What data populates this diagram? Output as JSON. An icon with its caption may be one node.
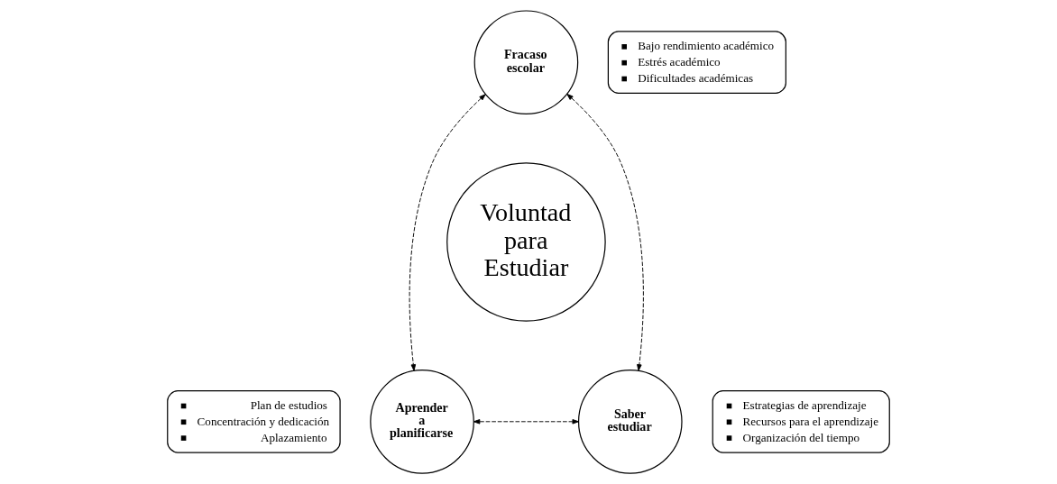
{
  "diagram": {
    "nodes": [
      {
        "text": [
          "Voluntad para Estudiar"
        ]
      },
      {
        "text": [
          "Fracaso escolar"
        ]
      },
      {
        "text": [
          "Aprender a planificarse"
        ]
      },
      {
        "text": [
          "Saber estudiar"
        ]
      },
      {
        "text": [
          "Bajo rendimiento académico",
          "Estrés académico",
          "Dificultades académicas"
        ]
      },
      {
        "text": [
          "Plan de estudios",
          "Concentración y dedicación",
          "Aplazamiento"
        ]
      },
      {
        "text": [
          "Estrategias de aprendizaje",
          "Recursos para el aprendizaje",
          "Organización del tiempo"
        ]
      }
    ],
    "edges": [
      {
        "from": 1,
        "to": 2,
        "arrow": "both",
        "style": "dashed"
      },
      {
        "from": 1,
        "to": 3,
        "arrow": "both",
        "style": "dashed"
      },
      {
        "from": 2,
        "to": 3,
        "arrow": "both",
        "style": "dashed"
      }
    ]
  }
}
